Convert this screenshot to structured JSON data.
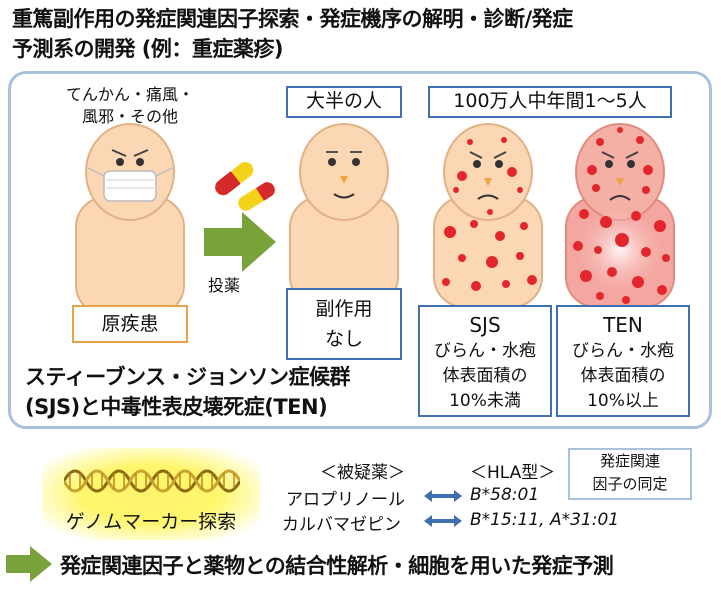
{
  "title": {
    "line1": "重篤副作用の発症関連因子探索・発症機序の解明・診断/発症",
    "line2": "予測系の開発 (例：重症薬疹)"
  },
  "panel": {
    "patient_note_line1": "てんかん・痛風・",
    "patient_note_line2": "風邪・その他",
    "majority_label": "大半の人",
    "frequency_label": "100万人中年間1～5人",
    "dosing_label": "投薬",
    "patient_label": "原疾患",
    "no_effect_line1": "副作用",
    "no_effect_line2": "なし",
    "sjs": {
      "name": "SJS",
      "line1": "びらん・水疱",
      "line2": "体表面積の",
      "line3": "10%未満"
    },
    "ten": {
      "name": "TEN",
      "line1": "びらん・水疱",
      "line2": "体表面積の",
      "line3": "10%以上"
    },
    "syndrome_line1": "スティーブンス・ジョンソン症候群",
    "syndrome_line2": "(SJS)と中毒性表皮壊死症(TEN)"
  },
  "genomics": {
    "genome_label": "ゲノムマーカー探索",
    "drug_header": "＜被疑薬＞",
    "hla_header": "＜HLA型＞",
    "identify_line1": "発症関連",
    "identify_line2": "因子の同定",
    "rows": [
      {
        "drug": "アロプリノール",
        "hla": "B*58:01"
      },
      {
        "drug": "カルバマゼピン",
        "hla": "B*15:11, A*31:01"
      }
    ]
  },
  "bottom_text": "発症関連因子と薬物との結合性解析・細胞を用いた発症予測",
  "colors": {
    "accent_blue": "#3f6fae",
    "frame_blue": "#a9c1dd",
    "arrow_green": "#77a33a",
    "skin": "#fbd7b4",
    "rash_red": "#e3262c",
    "box_orange": "#e8a04a",
    "highlight_yellow": "#fff36a"
  },
  "icons": [
    "masked-face-icon",
    "capsule-icon",
    "dna-helix-icon",
    "double-arrow-icon",
    "right-arrow-icon"
  ]
}
